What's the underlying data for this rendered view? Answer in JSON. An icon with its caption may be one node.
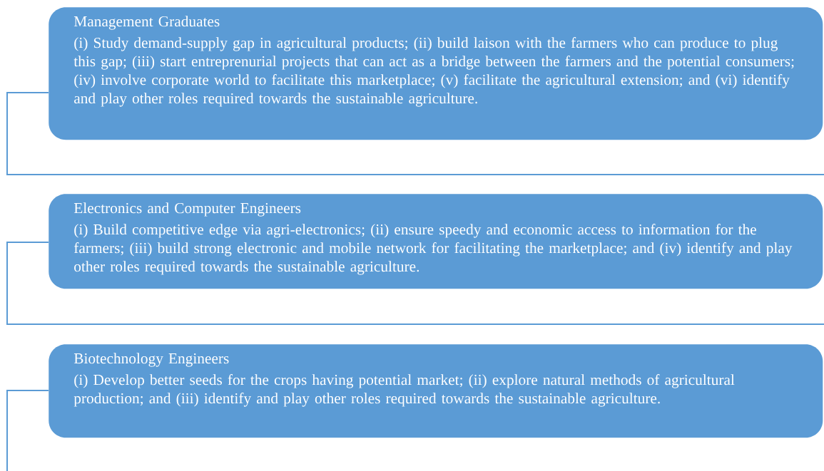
{
  "diagram": {
    "nodes": [
      {
        "text": [
          "Management Graduates",
          "(i) Study demand-supply gap in agricultural products; (ii) build laison with the farmers who can produce to plug this gap; (iii) start entreprenurial projects that can act as a bridge between the farmers and the potential consumers; (iv) involve corporate world to facilitate this marketplace; (v) facilitate the agricultural extension; and (vi) identify and play other roles required towards the sustainable agriculture."
        ]
      },
      {
        "text": [
          "Electronics and Computer Engineers",
          "(i) Build competitive edge via agri-electronics; (ii) ensure speedy and economic access to information for the farmers; (iii) build strong electronic and mobile network for facilitating the marketplace; and (iv) identify and play other roles required towards the sustainable agriculture."
        ]
      },
      {
        "text": [
          "Biotechnology Engineers",
          "(i) Develop better seeds for the crops having potential market; (ii) explore natural methods of agricultural production; and (iii) identify and play other roles required towards the sustainable agriculture."
        ]
      }
    ],
    "edges": [
      {
        "from": null,
        "to": 0,
        "arrow": "none"
      },
      {
        "from": null,
        "to": 1,
        "arrow": "none"
      },
      {
        "from": null,
        "to": 2,
        "arrow": "none"
      }
    ]
  }
}
